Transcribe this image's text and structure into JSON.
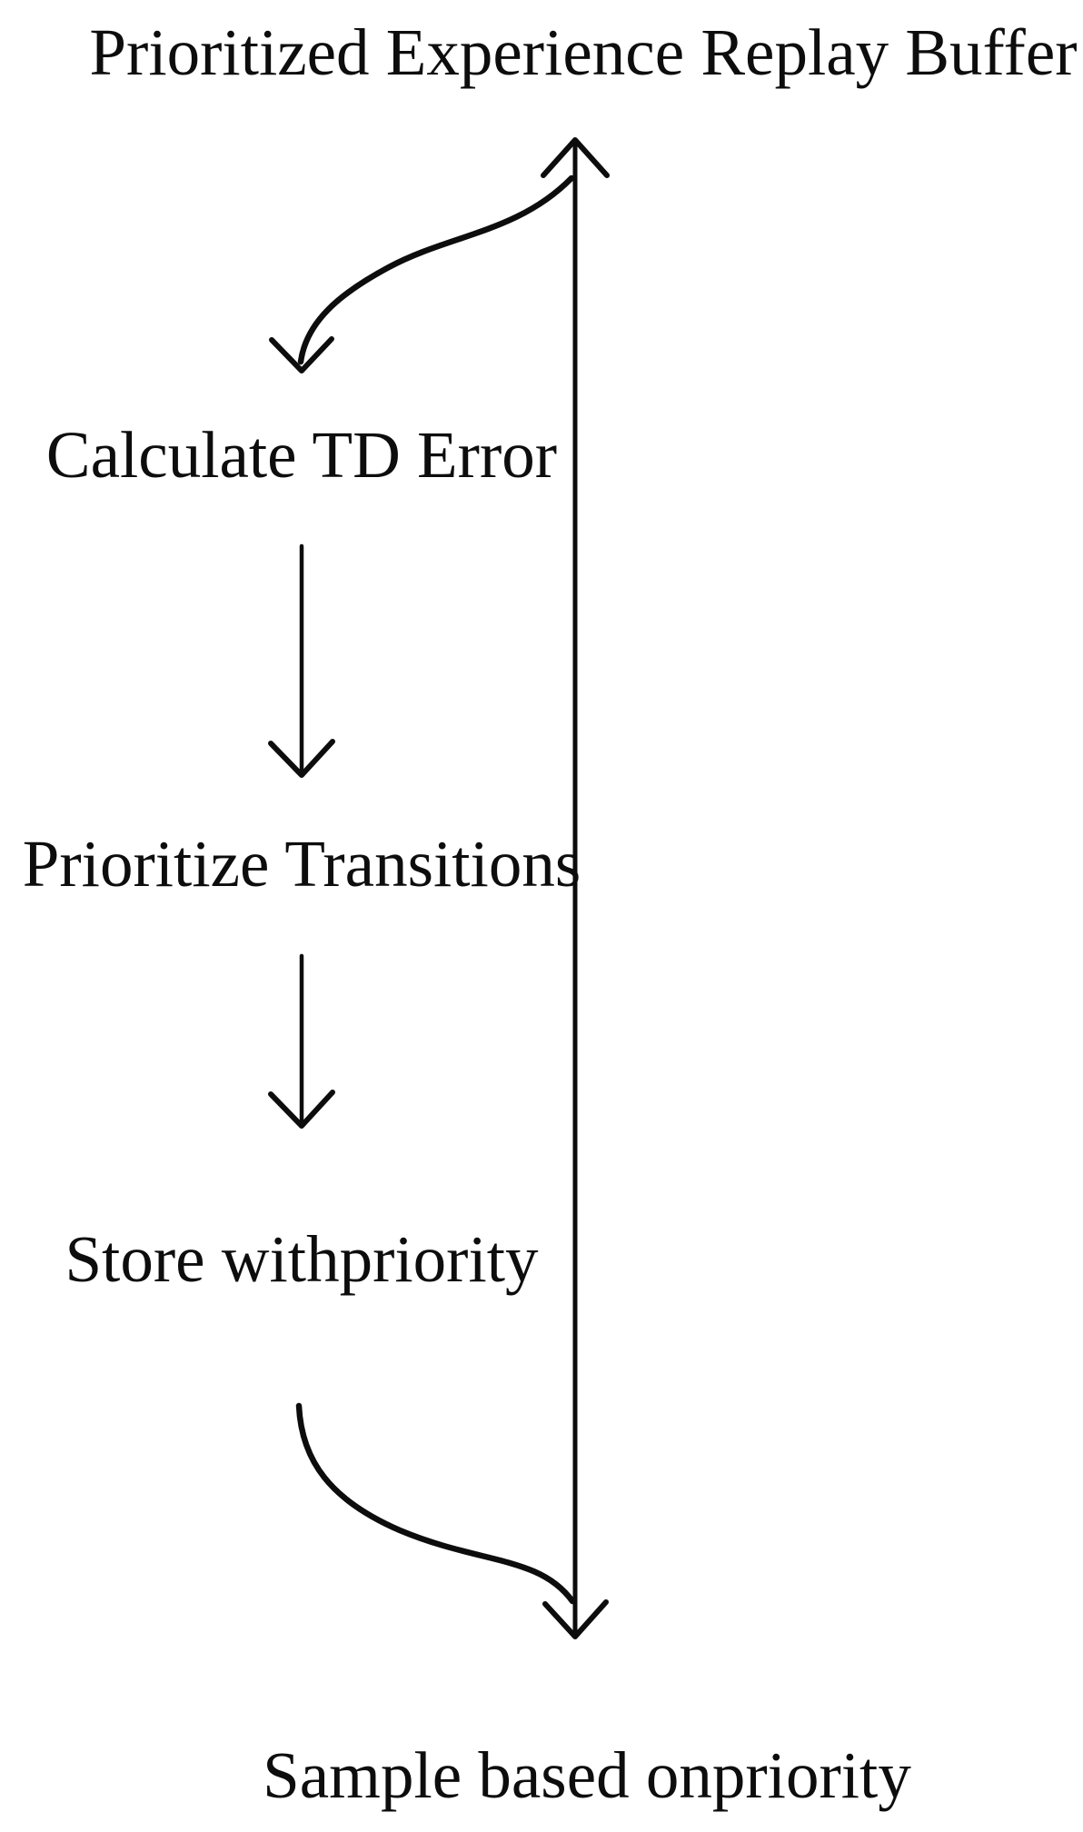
{
  "diagram": {
    "title": "Prioritized Experience Replay Buffer",
    "nodes": [
      {
        "id": "calculate-td-error",
        "label": "Calculate TD Error"
      },
      {
        "id": "prioritize-transitions",
        "label": "Prioritize Transitions"
      },
      {
        "id": "store-with-priority",
        "label": "Store withpriority"
      },
      {
        "id": "sample-based-on-priority",
        "label": "Sample based onpriority"
      }
    ],
    "arrows": [
      {
        "name": "replay-buffer-to-calculate-curve-arrow"
      },
      {
        "name": "calculate-to-prioritize-arrow"
      },
      {
        "name": "prioritize-to-store-arrow"
      },
      {
        "name": "store-to-sample-curve-connector"
      },
      {
        "name": "sample-to-buffer-double-arrow"
      }
    ],
    "colors": {
      "ink": "#0d0d0d",
      "background": "#ffffff"
    }
  }
}
